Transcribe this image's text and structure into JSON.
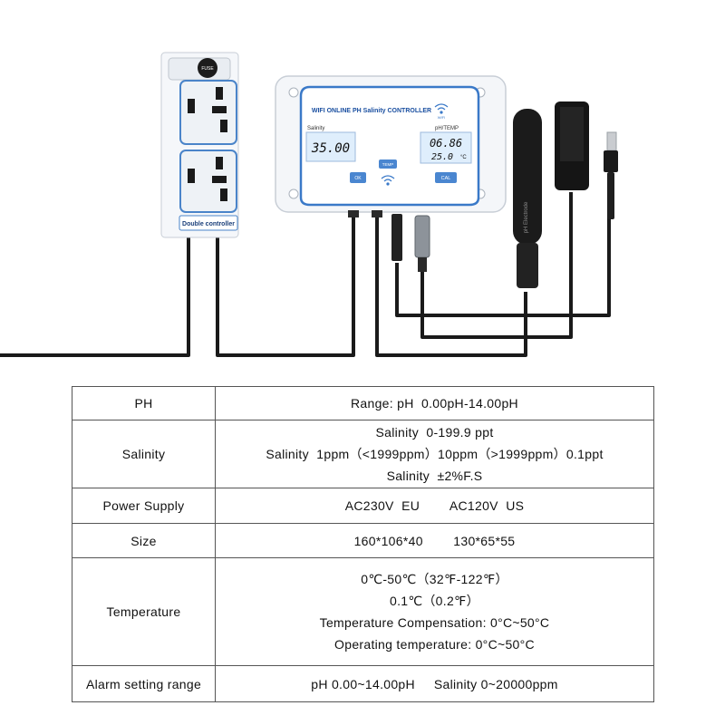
{
  "device": {
    "fuse_label": "FUSE",
    "strip_label": "Double controller",
    "title": "WIFI ONLINE PH Salinity CONTROLLER",
    "wifi_label": "WIFI",
    "salinity_label": "Salinity",
    "salinity_reading": "35.00",
    "ph_temp_label": "pH/TEMP",
    "ph_reading": "06.86",
    "temp_reading": "25.0",
    "temp_unit": "°C",
    "btn_ok": "OK",
    "btn_temp": "TEMP",
    "btn_cal": "CAL",
    "probe_text": "pH Electrode",
    "colors": {
      "panel_blue": "#3a79c8",
      "lcd_bg": "#dfeefc",
      "cable": "#1a1a1a"
    }
  },
  "specs": [
    {
      "label": "PH",
      "lines": [
        "Range: pH  0.00pH-14.00pH"
      ]
    },
    {
      "label": "Salinity",
      "lines": [
        "Salinity  0-199.9 ppt",
        "Salinity  1ppm（<1999ppm）10ppm（>1999ppm）0.1ppt",
        "Salinity  ±2%F.S"
      ]
    },
    {
      "label": "Power Supply",
      "lines": [
        "AC230V  EU        AC120V  US"
      ]
    },
    {
      "label": "Size",
      "lines": [
        "160*106*40        130*65*55"
      ]
    },
    {
      "label": "Temperature",
      "lines": [
        "0℃-50℃（32℉-122℉）",
        "0.1℃（0.2℉）",
        "Temperature Compensation: 0°C~50°C",
        "Operating temperature: 0°C~50°C"
      ]
    },
    {
      "label": "Alarm setting range",
      "lines": [
        "pH 0.00~14.00pH     Salinity 0~20000ppm"
      ]
    }
  ]
}
